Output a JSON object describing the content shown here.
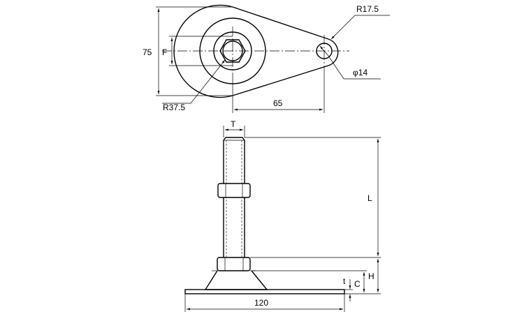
{
  "top_view": {
    "dim_height": "75",
    "dim_f": "F",
    "dim_r_large": "R37.5",
    "dim_r_small": "R17.5",
    "dim_hole": "φ14",
    "dim_center_dist": "65"
  },
  "side_view": {
    "dim_t": "T",
    "dim_l": "L",
    "dim_h": "H",
    "dim_c": "C",
    "dim_thin_t": "t",
    "dim_base": "120"
  }
}
